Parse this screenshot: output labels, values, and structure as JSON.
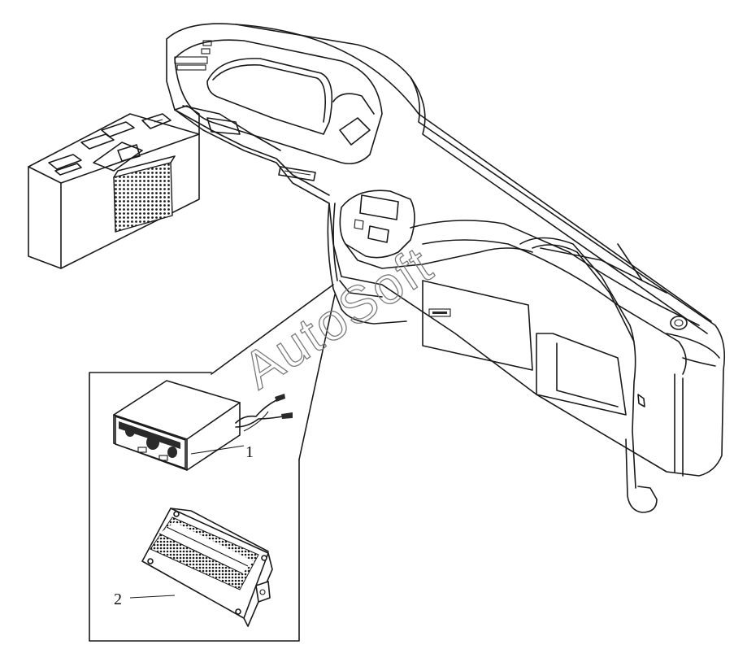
{
  "watermark": "AutoSoft",
  "callouts": [
    {
      "number": "1",
      "part": "radio-cassette-player"
    },
    {
      "number": "2",
      "part": "speaker"
    }
  ],
  "colors": {
    "line": "#1a1a1a",
    "background": "#ffffff",
    "watermark": "#7a7a7a"
  }
}
